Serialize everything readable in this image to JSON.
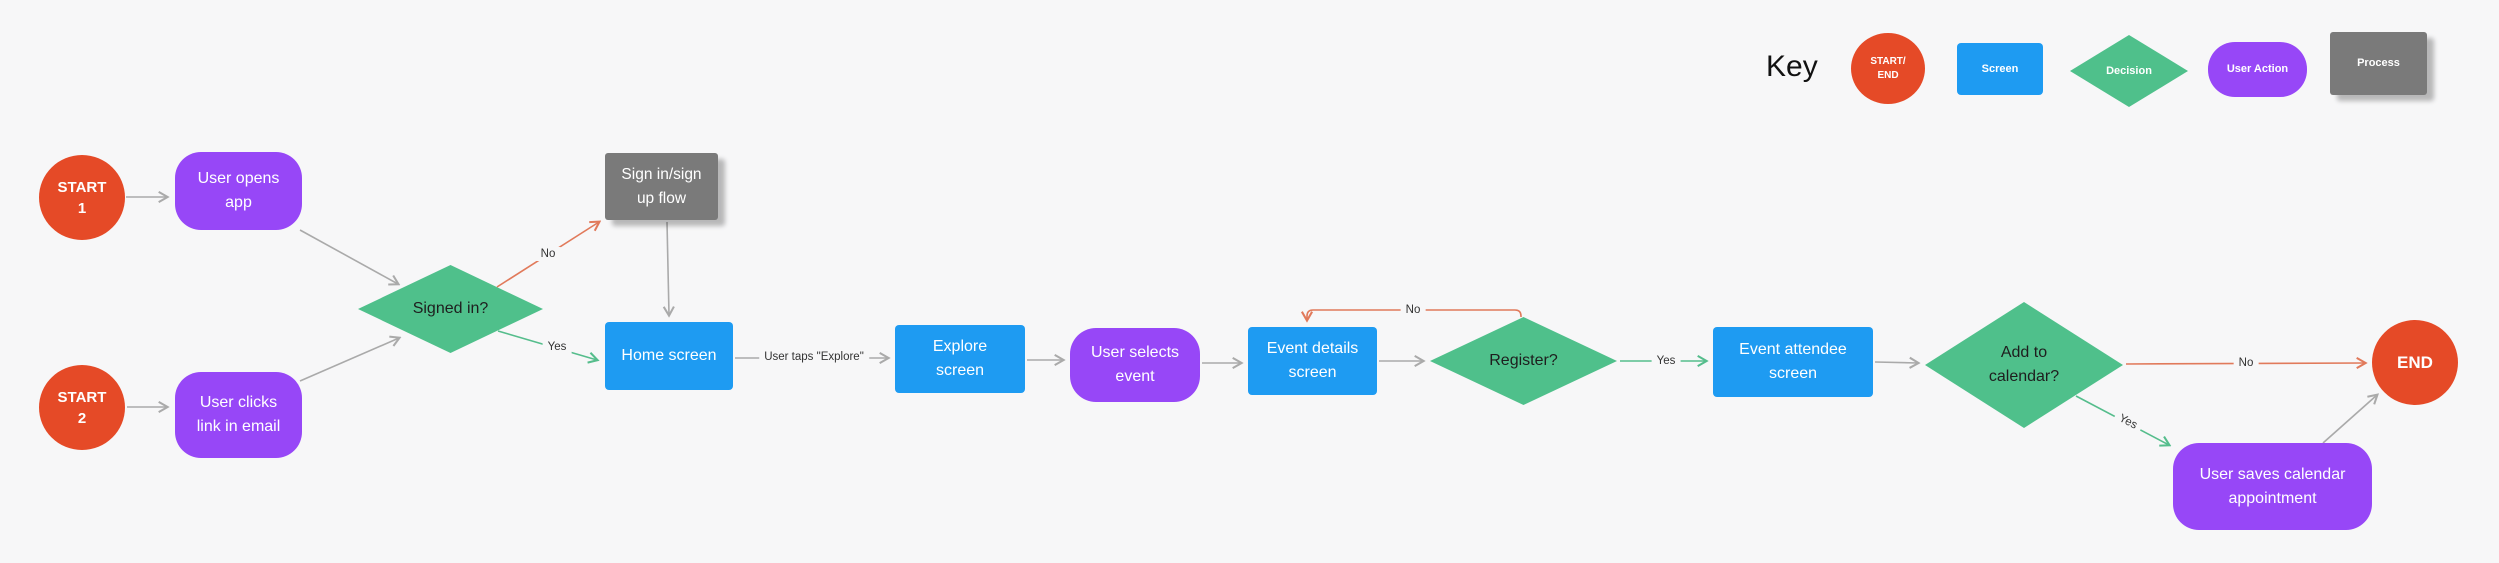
{
  "key": {
    "title": "Key",
    "start_end": "START/ END",
    "screen": "Screen",
    "decision": "Decision",
    "user_action": "User Action",
    "process": "Process"
  },
  "nodes": {
    "start1": "START 1",
    "user_opens_app": "User opens app",
    "start2": "START 2",
    "user_clicks_link": "User clicks link in email",
    "signed_in": "Signed in?",
    "sign_in_flow": "Sign in/sign up flow",
    "home_screen": "Home screen",
    "explore_screen": "Explore screen",
    "user_selects_event": "User selects event",
    "event_details": "Event details screen",
    "register": "Register?",
    "event_attendee": "Event attendee screen",
    "add_to_calendar": "Add to calendar?",
    "user_saves_calendar": "User saves calendar appointment",
    "end": "END"
  },
  "edge_labels": {
    "signed_in_no": "No",
    "signed_in_yes": "Yes",
    "taps_explore": "User taps \"Explore\"",
    "register_no": "No",
    "register_yes": "Yes",
    "calendar_no": "No",
    "calendar_yes": "Yes"
  },
  "colors": {
    "canvas_bg": "#F7F7F8",
    "start_end_red": "#E54A27",
    "screen_blue": "#1E9BF2",
    "decision_green": "#4FC08B",
    "user_action_purple": "#9747F7",
    "process_gray": "#7A7A7A",
    "edge_gray": "#AAAAAA",
    "edge_no_red": "#E17A5B",
    "edge_yes_green": "#55BD8C"
  }
}
